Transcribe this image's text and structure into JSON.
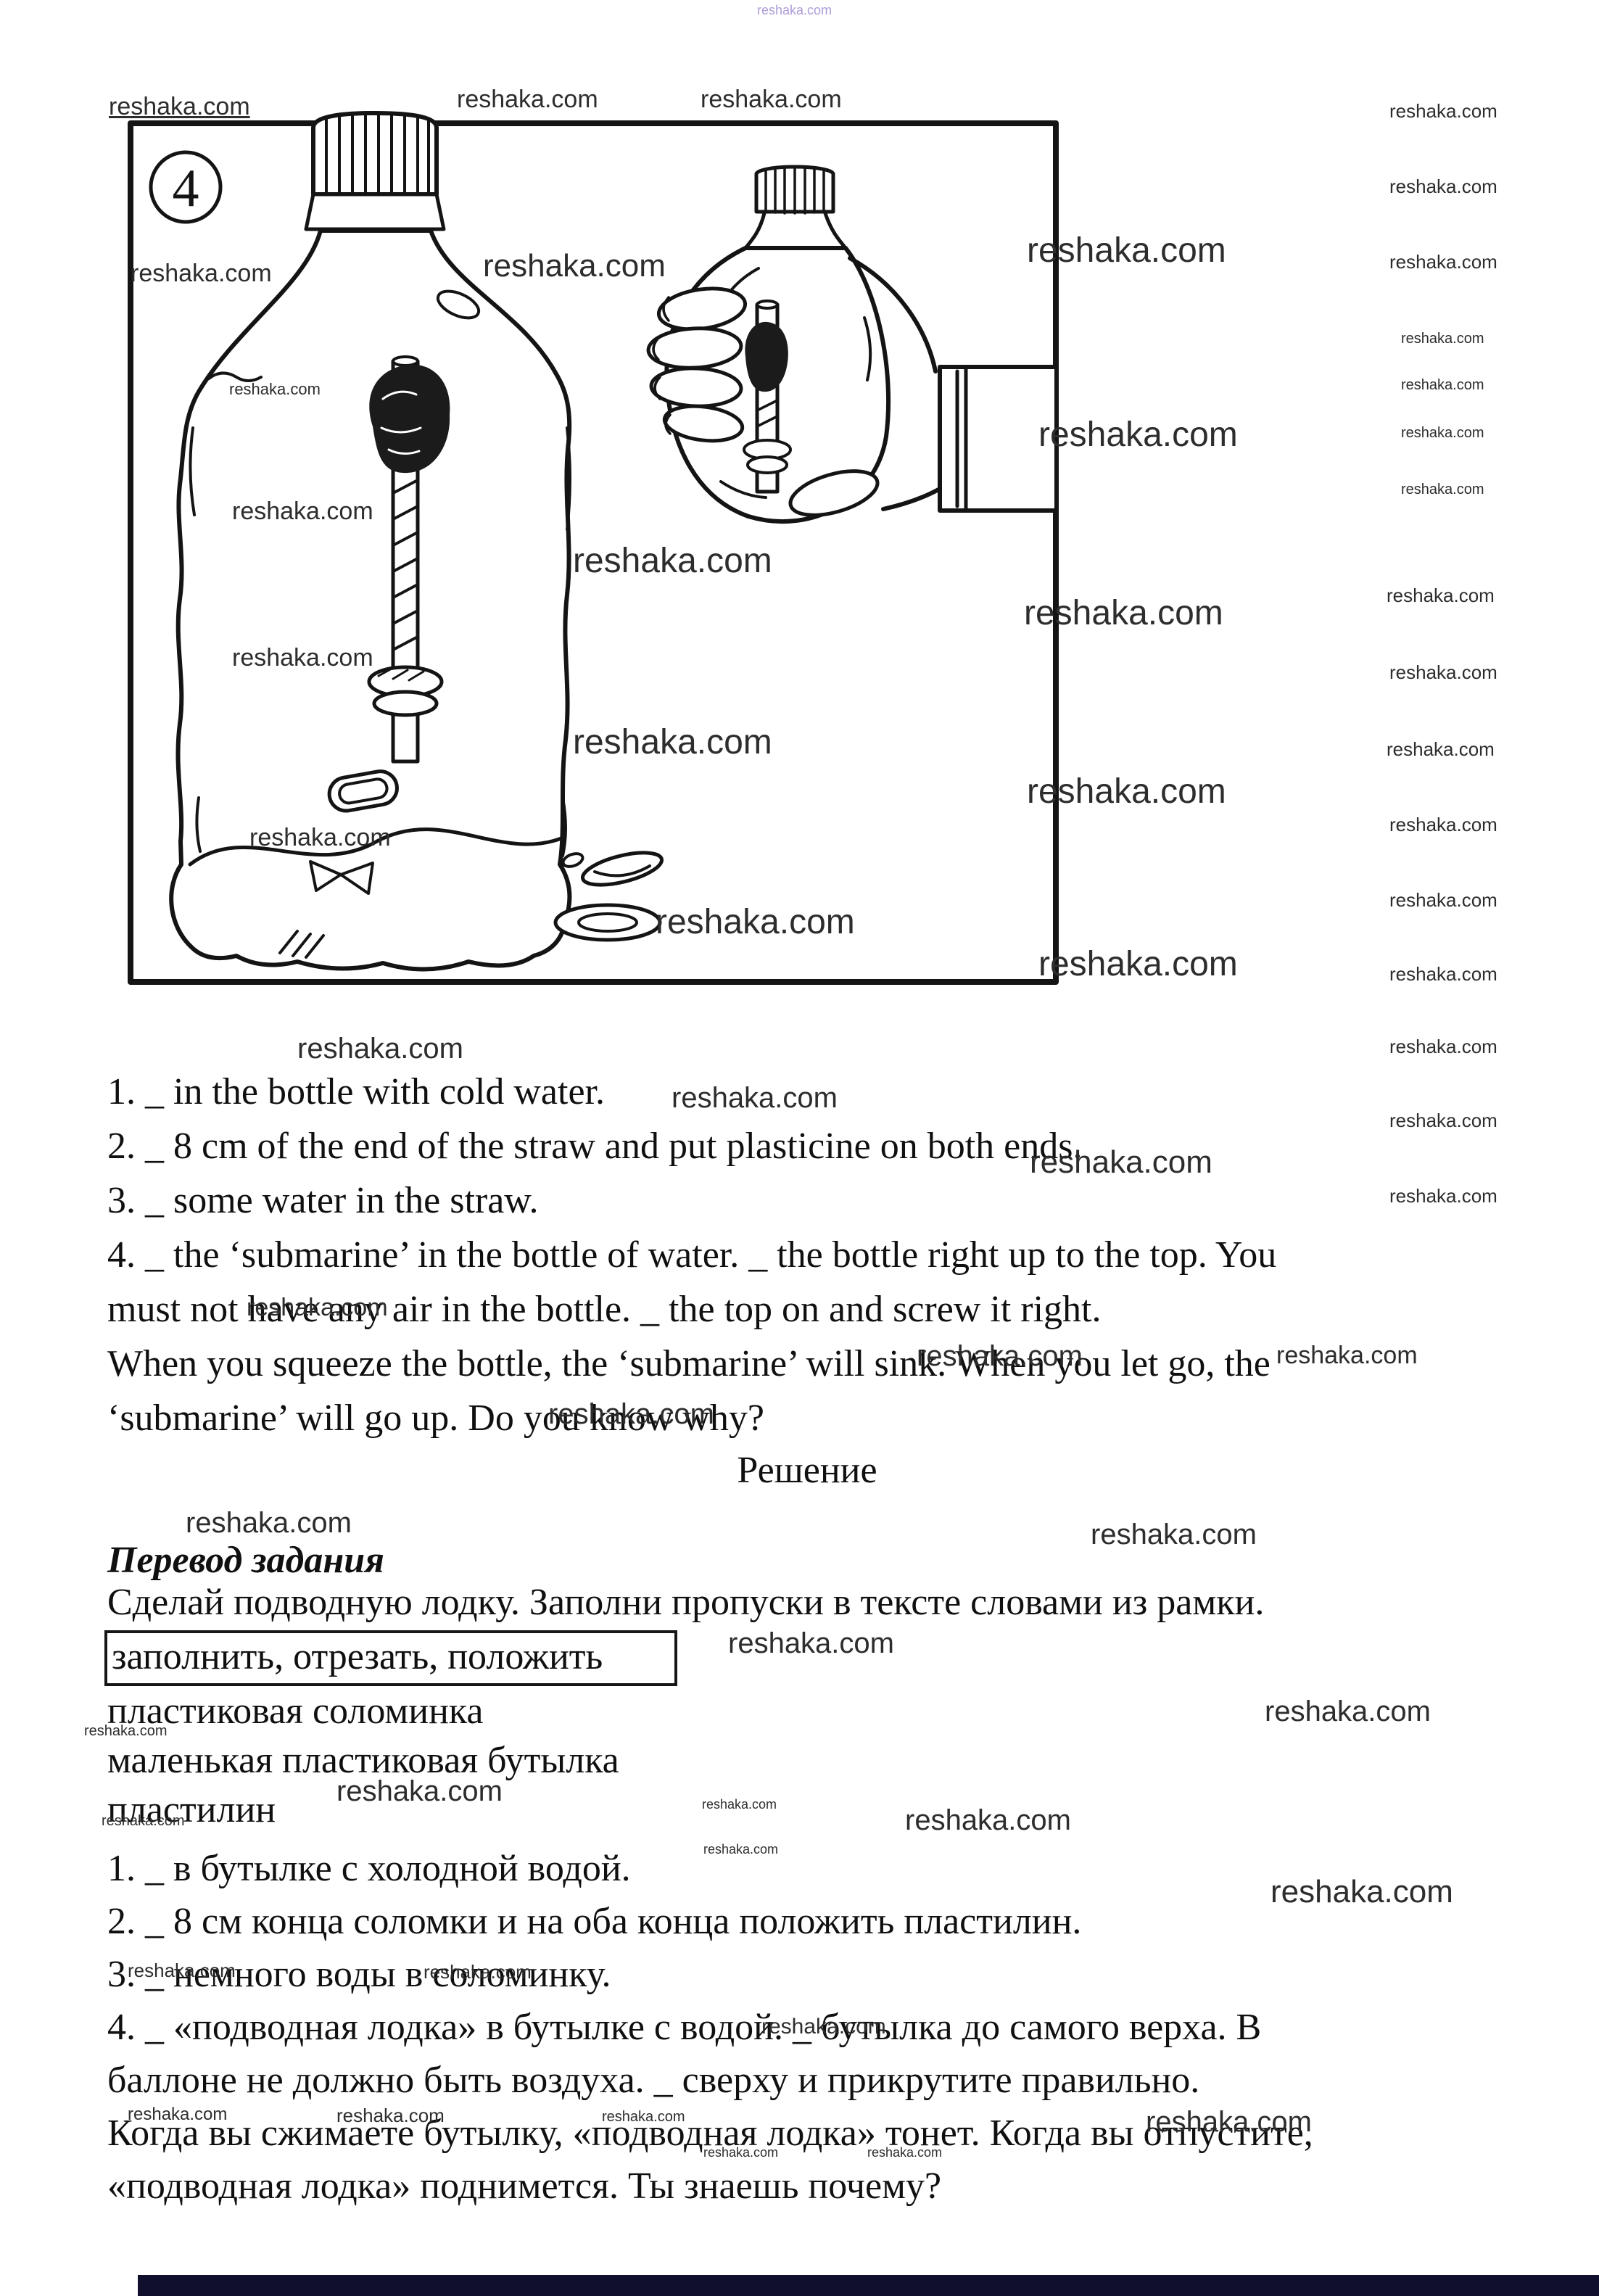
{
  "watermark": {
    "text": "reshaka.com"
  },
  "figure": {
    "number": "4"
  },
  "english": {
    "lines": [
      "1. _ in the bottle with cold water.",
      "2. _ 8 cm of the end of the straw and put plasticine on both ends.",
      "3. _ some water in the straw.",
      "4. _ the ‘submarine’ in the bottle of water. _ the bottle right up to the top. You",
      "must not have any air in the bottle. _ the top on and screw it right.",
      "When you squeeze the bottle, the ‘submarine’ will sink. When you let go, the",
      "‘submarine’ will go up. Do you know why?"
    ]
  },
  "solution": {
    "heading": "Решение"
  },
  "translation": {
    "heading": "Перевод задания",
    "intro": "Сделай подводную лодку. Заполни пропуски в тексте словами из рамки.",
    "box_words": "заполнить, отрезать, положить",
    "materials": [
      "пластиковая соломинка",
      "маленькая пластиковая бутылка",
      "пластилин"
    ],
    "lines": [
      "1. _ в бутылке с холодной водой.",
      "2. _ 8 см конца соломки и на оба конца положить пластилин.",
      "3. _ немного воды в соломинку.",
      "4. _ «подводная лодка» в бутылке с водой. _ бутылка до самого верха. В",
      "баллоне не должно быть воздуха. _ сверху и прикрутите правильно.",
      "Когда вы сжимаете бутылку, «подводная лодка» тонет. Когда вы отпустите,",
      "«подводная лодка» поднимется. Ты знаешь почему?"
    ]
  }
}
